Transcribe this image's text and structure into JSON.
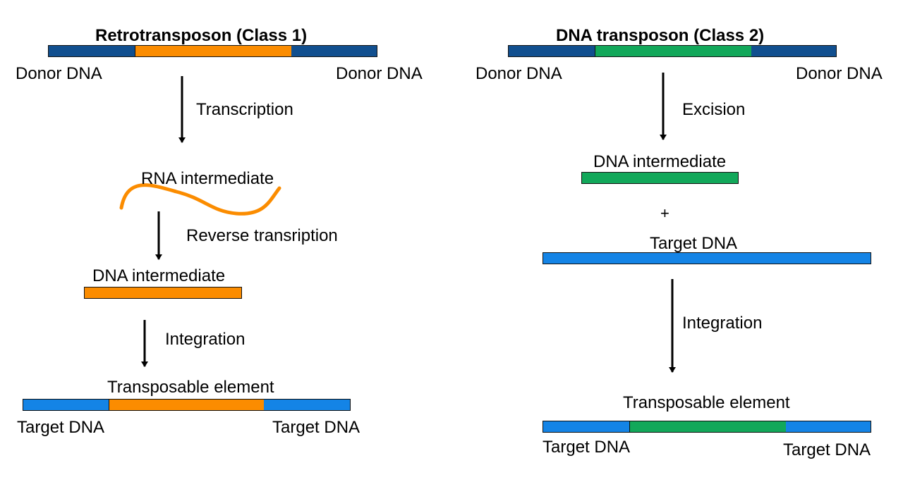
{
  "colors": {
    "donor_dna": "#114f8f",
    "target_dna": "#1484e6",
    "retro_element": "#fb8c00",
    "dna_element": "#12a85a",
    "arrow": "#000000"
  },
  "left": {
    "title": "Retrotransposon (Class 1)",
    "donor_left_label": "Donor DNA",
    "donor_right_label": "Donor DNA",
    "step1_label": "Transcription",
    "rna_label": "RNA intermediate",
    "step2_label": "Reverse transription",
    "dna_intermediate_label": "DNA intermediate",
    "step3_label": "Integration",
    "element_label": "Transposable element",
    "target_left_label": "Target DNA",
    "target_right_label": "Target DNA"
  },
  "right": {
    "title": "DNA transposon (Class 2)",
    "donor_left_label": "Donor DNA",
    "donor_right_label": "Donor DNA",
    "step1_label": "Excision",
    "dna_intermediate_label": "DNA intermediate",
    "plus": "+",
    "target_label": "Target DNA",
    "step2_label": "Integration",
    "element_label": "Transposable element",
    "target_left_label": "Target DNA",
    "target_right_label": "Target DNA"
  }
}
